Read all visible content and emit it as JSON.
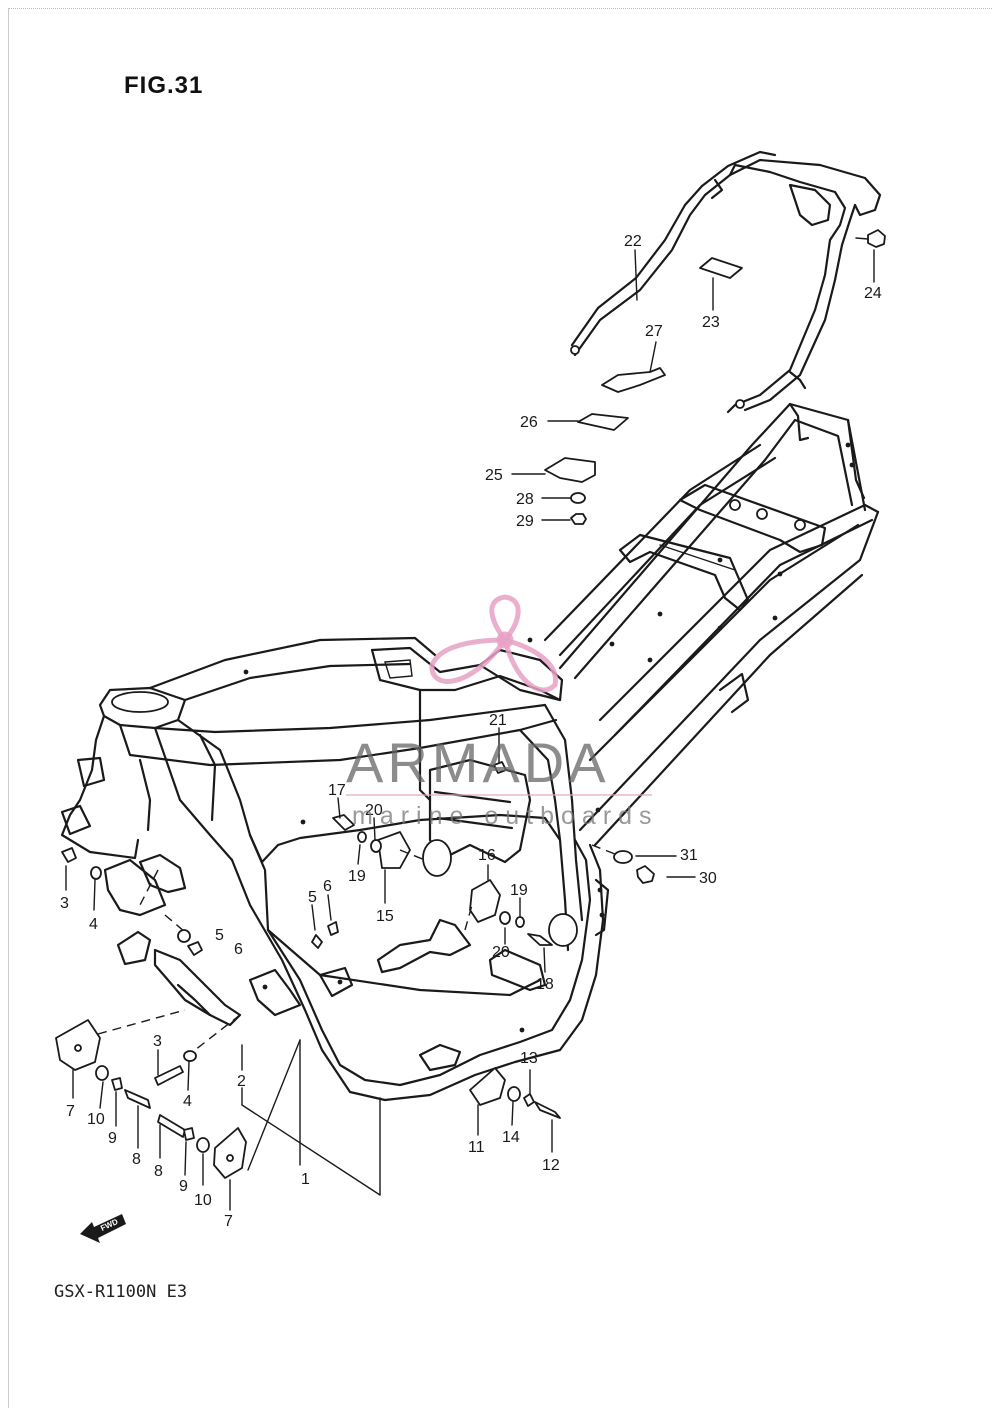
{
  "figure": {
    "title": "FIG.31",
    "model_code": "GSX-R1100N E3"
  },
  "fwd_label": "FWD",
  "watermark": {
    "brand": "ARMADA",
    "tagline": "marine outboards",
    "brand_color": "#e7a1c6"
  },
  "callouts": [
    "1",
    "2",
    "3",
    "3",
    "4",
    "4",
    "5",
    "5",
    "6",
    "6",
    "7",
    "7",
    "8",
    "8",
    "9",
    "9",
    "10",
    "10",
    "11",
    "12",
    "13",
    "14",
    "15",
    "16",
    "17",
    "18",
    "19",
    "19",
    "20",
    "20",
    "21",
    "22",
    "23",
    "24",
    "25",
    "26",
    "27",
    "28",
    "29",
    "30",
    "31"
  ]
}
